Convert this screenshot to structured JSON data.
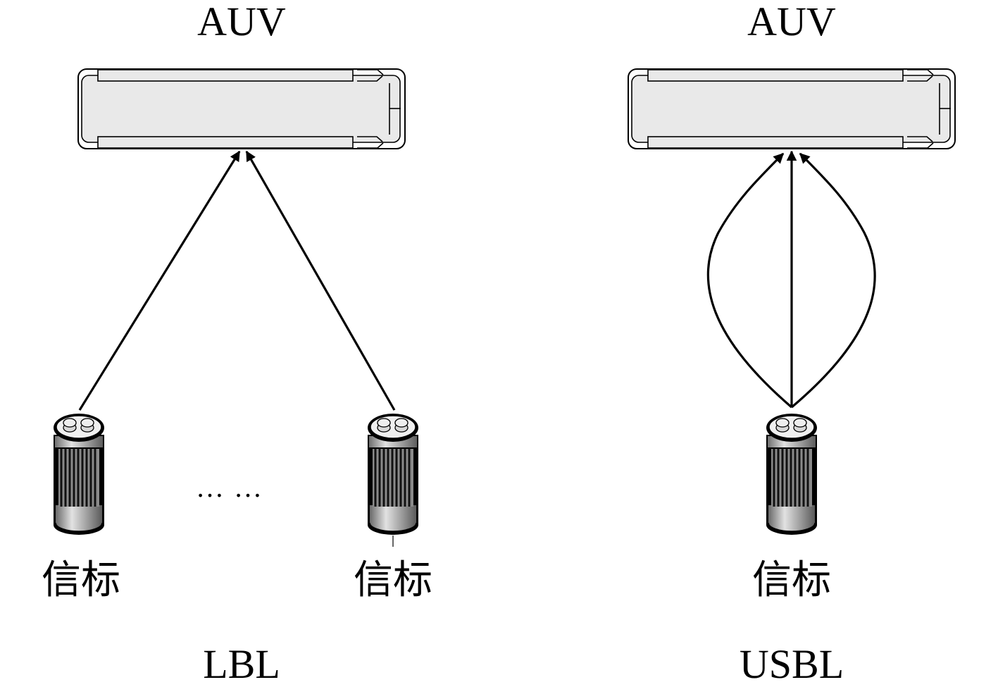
{
  "left_panel": {
    "vehicle_label": "AUV",
    "beacon_labels": [
      "信标",
      "信标"
    ],
    "ellipsis": "…  …",
    "caption": "LBL"
  },
  "right_panel": {
    "vehicle_label": "AUV",
    "beacon_label": "信标",
    "caption": "USBL"
  },
  "icons": {
    "vehicle": "auv-hull-icon",
    "beacon": "beacon-cylinder-icon"
  }
}
